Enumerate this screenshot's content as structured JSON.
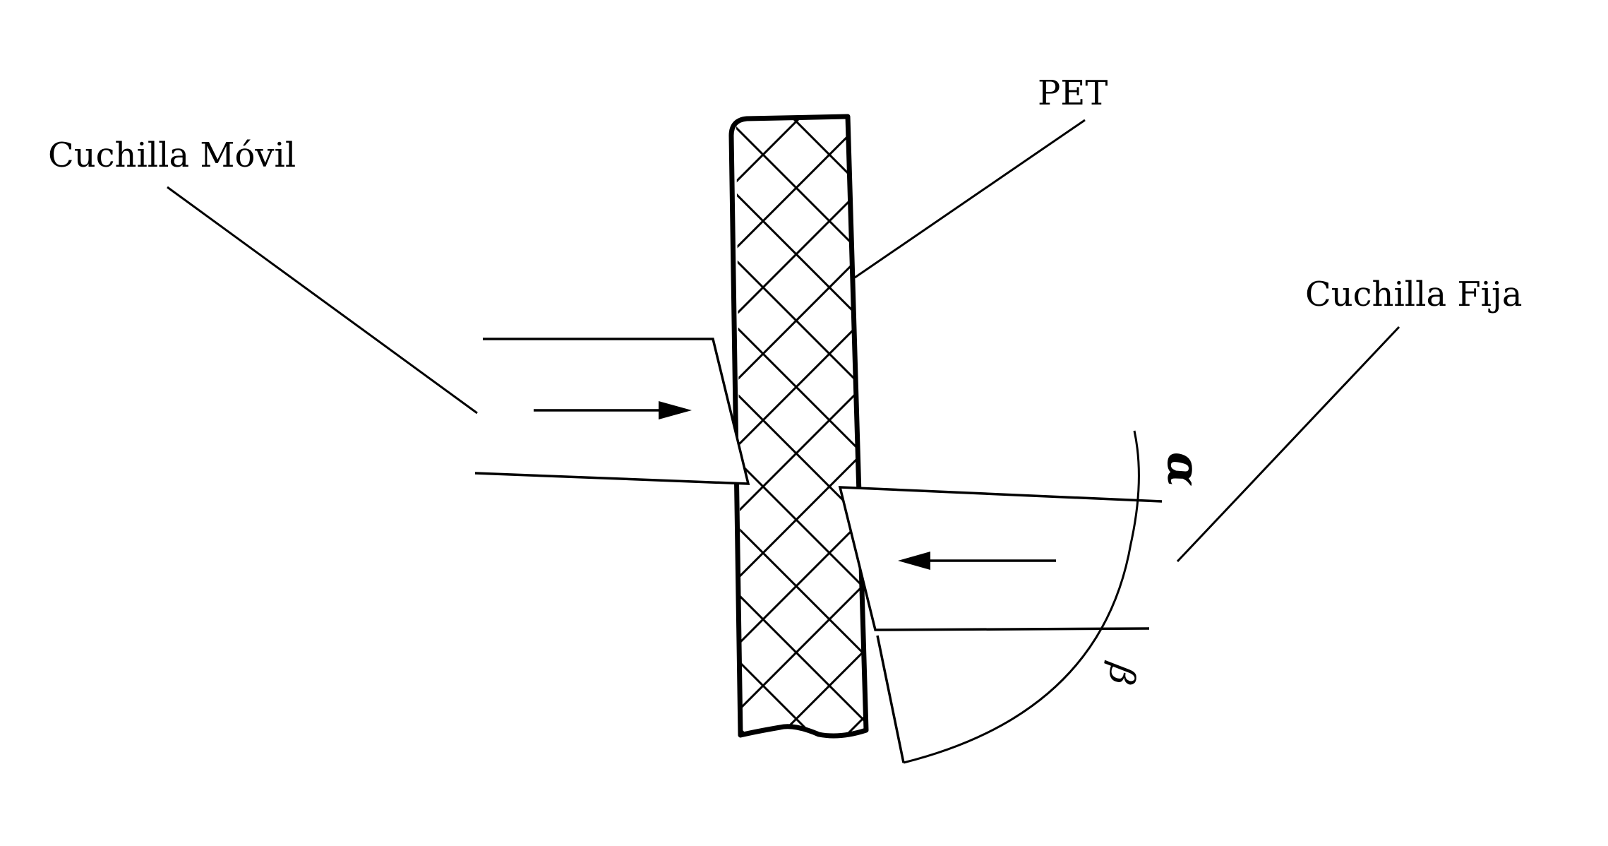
{
  "diagram": {
    "labels": {
      "moving_blade": "Cuchilla Móvil",
      "material": "PET",
      "fixed_blade": "Cuchilla Fija",
      "alpha": "α",
      "beta": "β"
    },
    "colors": {
      "ink": "#000000",
      "background": "#ffffff"
    },
    "arrows": {
      "moving_blade_direction": "right",
      "fixed_blade_direction": "left"
    }
  }
}
